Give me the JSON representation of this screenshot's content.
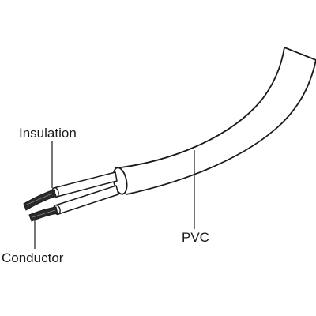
{
  "labels": {
    "insulation": "Insulation",
    "conductor": "Conductor",
    "pvc": "PVC"
  },
  "colors": {
    "background": "#ffffff",
    "outline": "#1a1a1a",
    "conductor_fill": "#2a2a2a"
  }
}
